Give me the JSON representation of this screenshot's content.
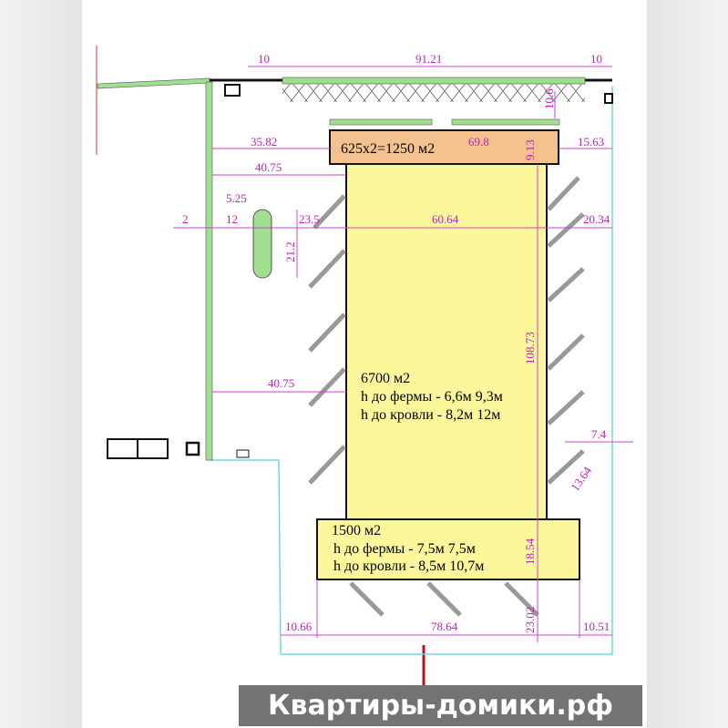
{
  "dimensions": {
    "top_left": "10",
    "top_mid": "91.21",
    "top_right": "10",
    "gap_top": "10.6",
    "d3582": "35.82",
    "d698": "69.8",
    "d913": "9.13",
    "d1563": "15.63",
    "d4075a": "40.75",
    "d525": "5.25",
    "d2": "2",
    "d12": "12",
    "d235": "23.5",
    "d212": "21.2",
    "d6064": "60.64",
    "d2034": "20.34",
    "d10873": "108.73",
    "d4075b": "40.75",
    "d74": "7.4",
    "d1364": "13.64",
    "d1854": "18.54",
    "d2302": "23.02",
    "d1066": "10.66",
    "d7864": "78.64",
    "d1051": "10.51"
  },
  "areas": {
    "upper": "625x2=1250 м2",
    "main": {
      "area": "6700 м2",
      "truss": "h до фермы - 6,6м 9,3м",
      "roof": "h до кровли - 8,2м 12м"
    },
    "lower": {
      "area": "1500 м2",
      "truss": "h до фермы - 7,5м 7,5м",
      "roof": "h до кровли - 8,5м 10,7м"
    }
  },
  "watermark": "Квартиры-домики.рф",
  "colors": {
    "yellow": "#fbf79a",
    "orange": "#f3c28f",
    "green": "#9fdf8f",
    "dim": "#d040d0",
    "boundary": "#6fd8e8"
  }
}
